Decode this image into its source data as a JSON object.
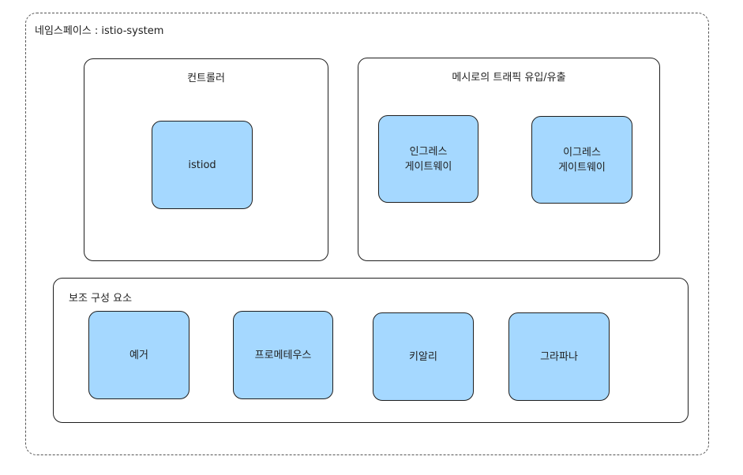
{
  "namespace": {
    "label": "네임스페이스 : istio-system"
  },
  "groups": {
    "controller": {
      "title": "컨트롤러",
      "nodes": [
        "istiod"
      ]
    },
    "mesh_traffic": {
      "title": "메시로의 트래픽 유입/유출",
      "nodes": [
        "인그레스\n게이트웨이",
        "이그레스\n게이트웨이"
      ]
    },
    "addons": {
      "title": "보조 구성 요소",
      "nodes": [
        "예거",
        "프로메테우스",
        "키알리",
        "그라파나"
      ]
    }
  },
  "colors": {
    "node_fill": "#a5d8ff",
    "stroke": "#1e1e1e",
    "background": "#ffffff"
  }
}
